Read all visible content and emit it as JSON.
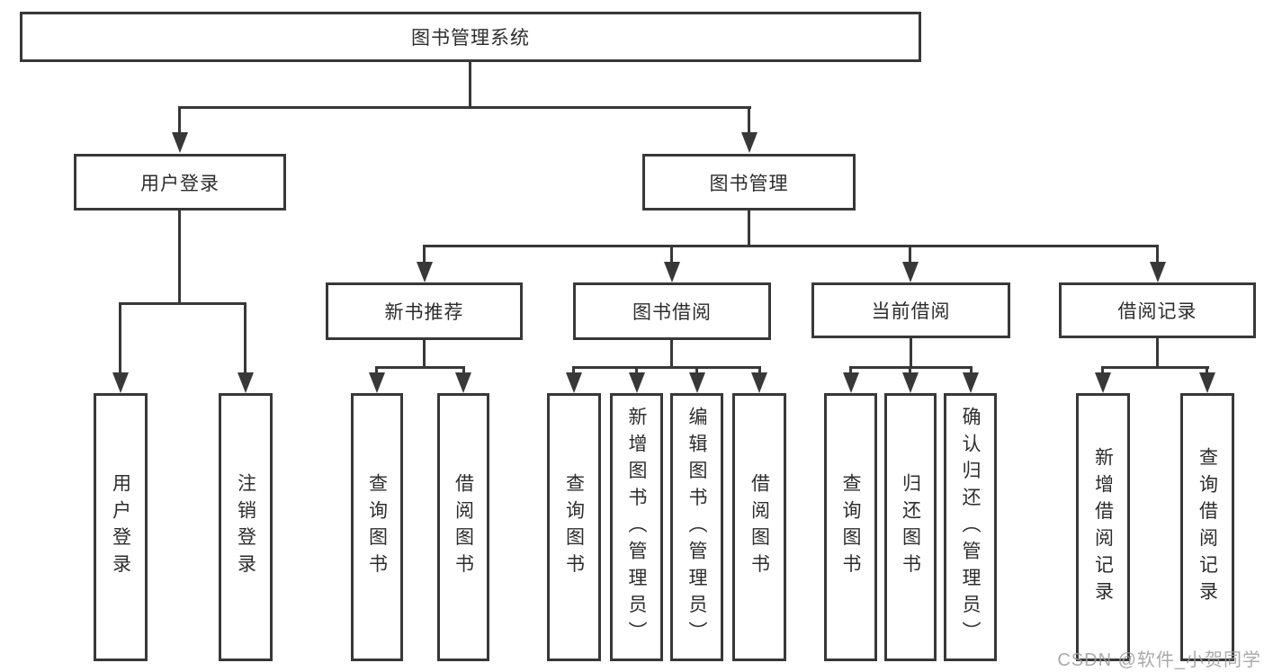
{
  "diagram": {
    "title_node": "图书管理系统",
    "root": {
      "label": "图书管理系统"
    },
    "branches": [
      {
        "label": "用户登录",
        "children": [
          {
            "label": "用户登录"
          },
          {
            "label": "注销登录"
          }
        ]
      },
      {
        "label": "图书管理",
        "children": [
          {
            "label": "新书推荐",
            "children": [
              {
                "label": "查询图书"
              },
              {
                "label": "借阅图书"
              }
            ]
          },
          {
            "label": "图书借阅",
            "children": [
              {
                "label": "查询图书"
              },
              {
                "label": "新增图书（管理员）"
              },
              {
                "label": "编辑图书（管理员）"
              },
              {
                "label": "借阅图书"
              }
            ]
          },
          {
            "label": "当前借阅",
            "children": [
              {
                "label": "查询图书"
              },
              {
                "label": "归还图书"
              },
              {
                "label": "确认归还（管理员）"
              }
            ]
          },
          {
            "label": "借阅记录",
            "children": [
              {
                "label": "新增借阅记录"
              },
              {
                "label": "查询借阅记录"
              }
            ]
          }
        ]
      }
    ]
  },
  "watermark": {
    "text": "CSDN @软件_小贺同学"
  },
  "colors": {
    "line": "#383838",
    "box_border": "#383838",
    "text": "#2d2d2d",
    "background": "#ffffff",
    "watermark": "#9b9b9b"
  }
}
